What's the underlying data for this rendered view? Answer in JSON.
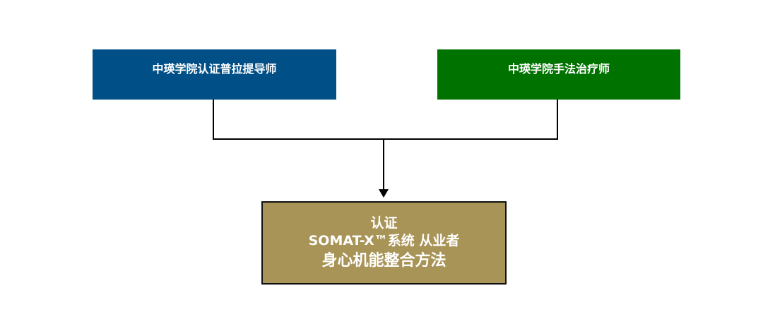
{
  "colors": {
    "left_box": "#004f87",
    "right_box": "#007200",
    "bottom_box": "#a89457",
    "connector": "#000000"
  },
  "nodes": {
    "left": {
      "label": "中瑛学院认证普拉提导师"
    },
    "right": {
      "label": "中瑛学院手法治疗师"
    },
    "bottom": {
      "line1": "认证",
      "line2": "SOMAT-X™系统 从业者",
      "line3": "身心机能整合方法"
    }
  }
}
